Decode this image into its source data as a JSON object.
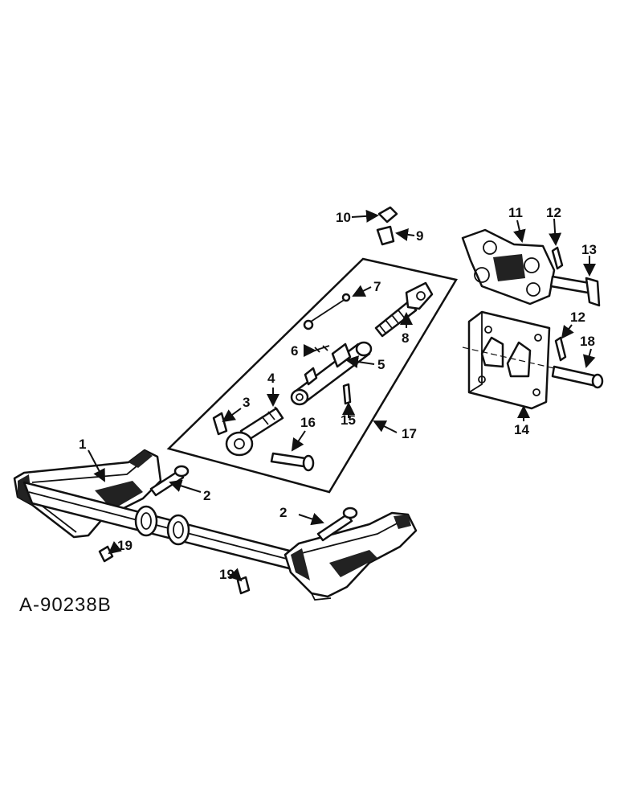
{
  "drawing_id": "A-90238B",
  "callouts": [
    {
      "key": "c1",
      "text": "1"
    },
    {
      "key": "c2a",
      "text": "2"
    },
    {
      "key": "c2b",
      "text": "2"
    },
    {
      "key": "c3",
      "text": "3"
    },
    {
      "key": "c4",
      "text": "4"
    },
    {
      "key": "c5",
      "text": "5"
    },
    {
      "key": "c6",
      "text": "6"
    },
    {
      "key": "c7",
      "text": "7"
    },
    {
      "key": "c8",
      "text": "8"
    },
    {
      "key": "c9",
      "text": "9"
    },
    {
      "key": "c10",
      "text": "10"
    },
    {
      "key": "c11",
      "text": "11"
    },
    {
      "key": "c12a",
      "text": "12"
    },
    {
      "key": "c12b",
      "text": "12"
    },
    {
      "key": "c13",
      "text": "13"
    },
    {
      "key": "c14",
      "text": "14"
    },
    {
      "key": "c15",
      "text": "15"
    },
    {
      "key": "c16",
      "text": "16"
    },
    {
      "key": "c17",
      "text": "17"
    },
    {
      "key": "c18",
      "text": "18"
    },
    {
      "key": "c19a",
      "text": "19"
    },
    {
      "key": "c19b",
      "text": "19"
    }
  ]
}
